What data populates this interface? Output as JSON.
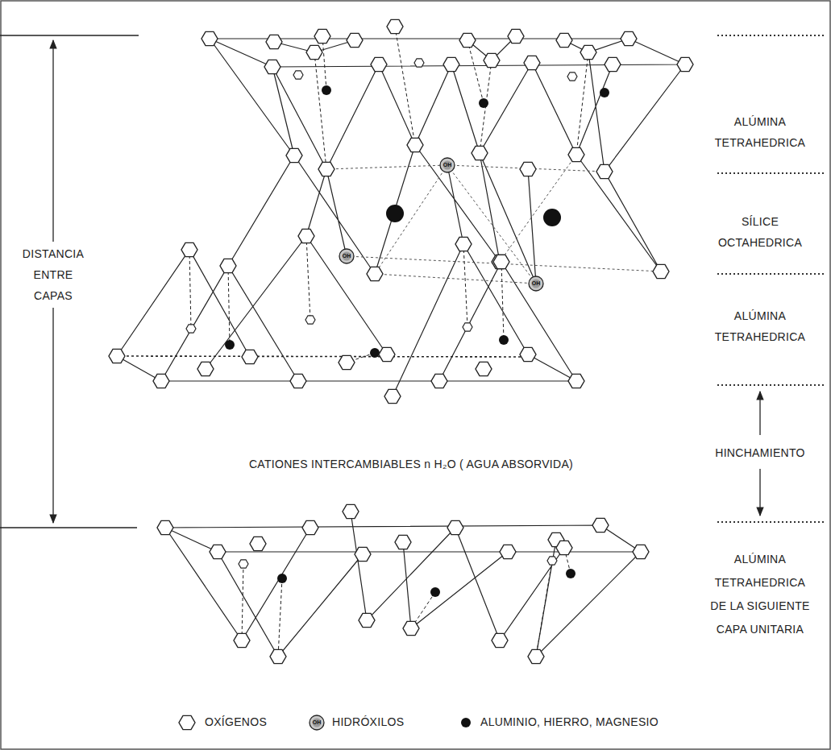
{
  "diagram": {
    "labels": [
      "DISTANCIA ENTRE CAPAS",
      "ALÚMINA TETRAHEDRICA",
      "SÍLICE OCTAHEDRICA",
      "ALÚMINA TETRAHEDRICA",
      "CATIONES INTERCAMBIABLES n H₂O ( AGUA ABSORVIDA)",
      "HINCHAMIENTO",
      "ALÚMINA TETRAHEDRICA DE LA SIGUIENTE CAPA UNITARIA",
      "OH",
      "OH",
      "OH",
      "OH"
    ],
    "legend": [
      {
        "text": "OXÍGENOS"
      },
      {
        "text": "HIDRÓXILOS"
      },
      {
        "text": "ALUMINIO, HIERRO, MAGNESIO"
      }
    ]
  }
}
